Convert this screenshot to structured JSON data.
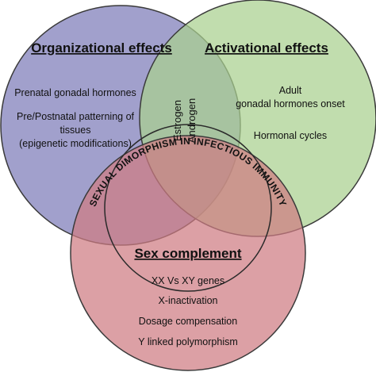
{
  "diagram": {
    "center_label": "SEXUAL DIMORPHISM IN INFECTIOUS IMMUNITY",
    "overlap_labels": [
      "Estrogen",
      "Androgen"
    ],
    "colors": {
      "organizational": "#7d7bb8",
      "activational": "#a9d08f",
      "sex_complement": "#cf7b82",
      "outline": "#3a3a3a"
    },
    "circles": [
      {
        "key": "organizational",
        "title": "Organizational effects",
        "items": [
          "Prenatal gonadal hormones",
          "Pre/Postnatal patterning of",
          "tissues",
          "(epigenetic modifications)"
        ]
      },
      {
        "key": "activational",
        "title": "Activational effects",
        "items": [
          "Adult",
          "gonadal hormones onset",
          "Hormonal cycles"
        ]
      },
      {
        "key": "sex_complement",
        "title": "Sex complement",
        "items": [
          "XX Vs XY genes",
          "X-inactivation",
          "Dosage compensation",
          "Y linked polymorphism"
        ]
      }
    ]
  }
}
